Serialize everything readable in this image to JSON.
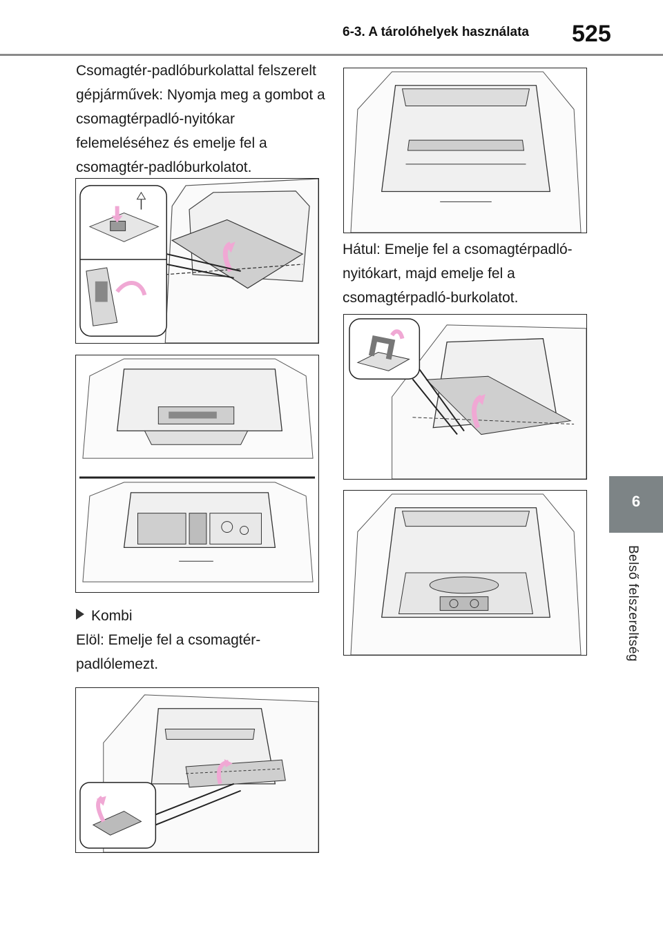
{
  "header": {
    "section_title": "6-3. A tárolóhelyek használata",
    "page_number": "525"
  },
  "side_tab": {
    "chapter_number": "6",
    "chapter_label": "Belső felszereltség"
  },
  "content": {
    "para_floor_cover": "Csomagtér-padlóburkolattal felszerelt gépjárművek: Nyomja meg a gombot a csomagtérpadló-nyitókar felemeléséhez és emelje fel a csomagtér-padlóburkolatot.",
    "kombi_label": "Kombi",
    "para_front": "Elöl: Emelje fel a csomagtér-padlólemezt.",
    "para_rear": "Hátul: Emelje fel a csomagtérpadló-nyitókart, majd emelje fel a csomagtérpadló-burkolatot."
  },
  "colors": {
    "header_rule": "#8a8a8a",
    "side_tab": "#7d8486",
    "arrow_pink": "#f0a8d4"
  }
}
